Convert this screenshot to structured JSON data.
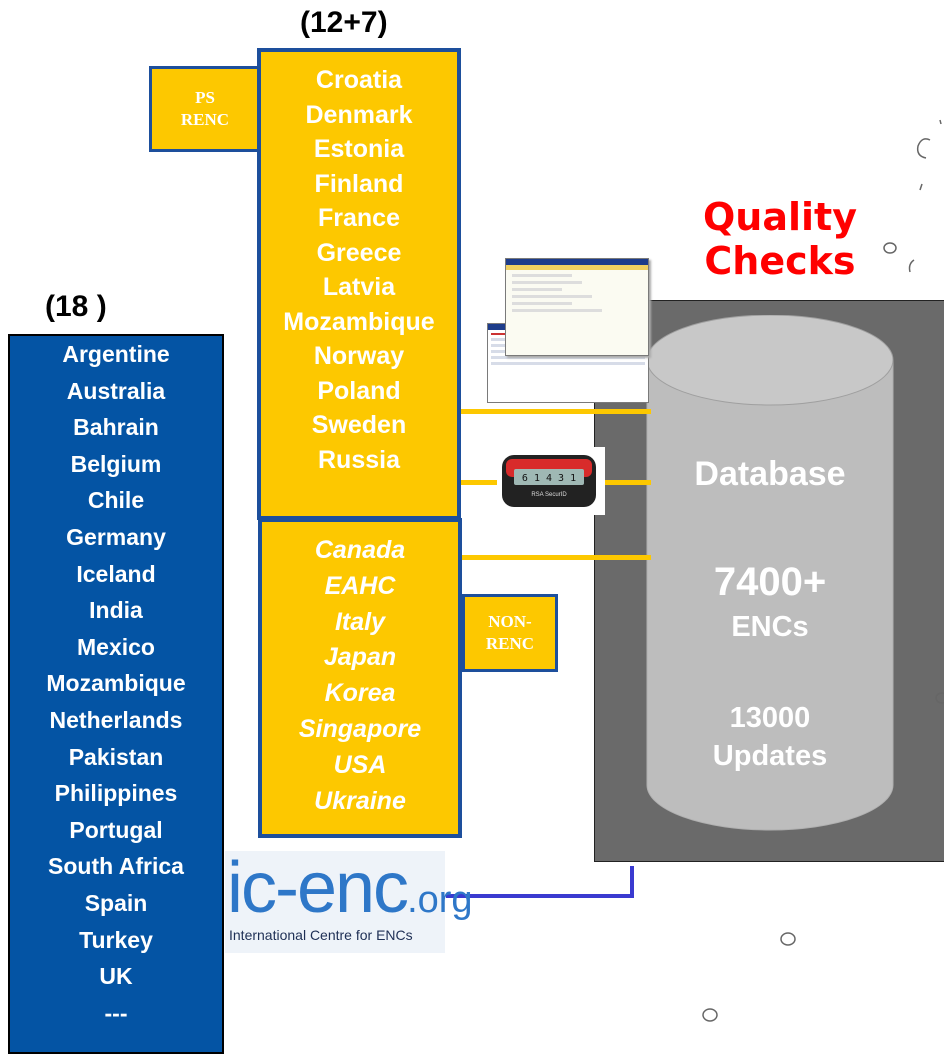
{
  "left_group": {
    "count": "(18 )",
    "countries": [
      "Argentine",
      "Australia",
      "Bahrain",
      "Belgium",
      "Chile",
      "Germany",
      "Iceland",
      "India",
      "Mexico",
      "Mozambique",
      "Netherlands",
      "Pakistan",
      "Philippines",
      "Portugal",
      "South Africa",
      "Spain",
      "Turkey",
      "UK",
      "---"
    ]
  },
  "renc_group": {
    "count": "(12+7)",
    "tag_line1": "PS",
    "tag_line2": "RENC",
    "countries": [
      "Croatia",
      "Denmark",
      "Estonia",
      "Finland",
      "France",
      "Greece",
      "Latvia",
      "Mozambique",
      "Norway",
      "Poland",
      "Sweden",
      "Russia"
    ]
  },
  "non_renc_group": {
    "tag_line1": "NON-",
    "tag_line2": "RENC",
    "countries": [
      "Canada",
      "EAHC",
      "Italy",
      "Japan",
      "Korea",
      "Singapore",
      "USA",
      "Ukraine"
    ]
  },
  "quality": {
    "line1": "Quality",
    "line2": "Checks"
  },
  "database": {
    "label": "Database",
    "encs_count": "7400+",
    "encs_label": "ENCs",
    "updates_count": "13000",
    "updates_label": "Updates"
  },
  "token": {
    "display": "6 1 4 3 1",
    "brand": "RSA SecurID"
  },
  "logo": {
    "main": "ic-enc",
    "suffix": ".org",
    "subtitle": "International Centre for ENCs"
  },
  "colors": {
    "blue_panel": "#0454a4",
    "yellow_panel": "#fdc800",
    "panel_border": "#1d4f9c",
    "database_bg": "#6a6a6a",
    "cylinder": "#bdbdbd",
    "quality_text": "#ff0000",
    "connector_blue": "#3a3ad0"
  }
}
